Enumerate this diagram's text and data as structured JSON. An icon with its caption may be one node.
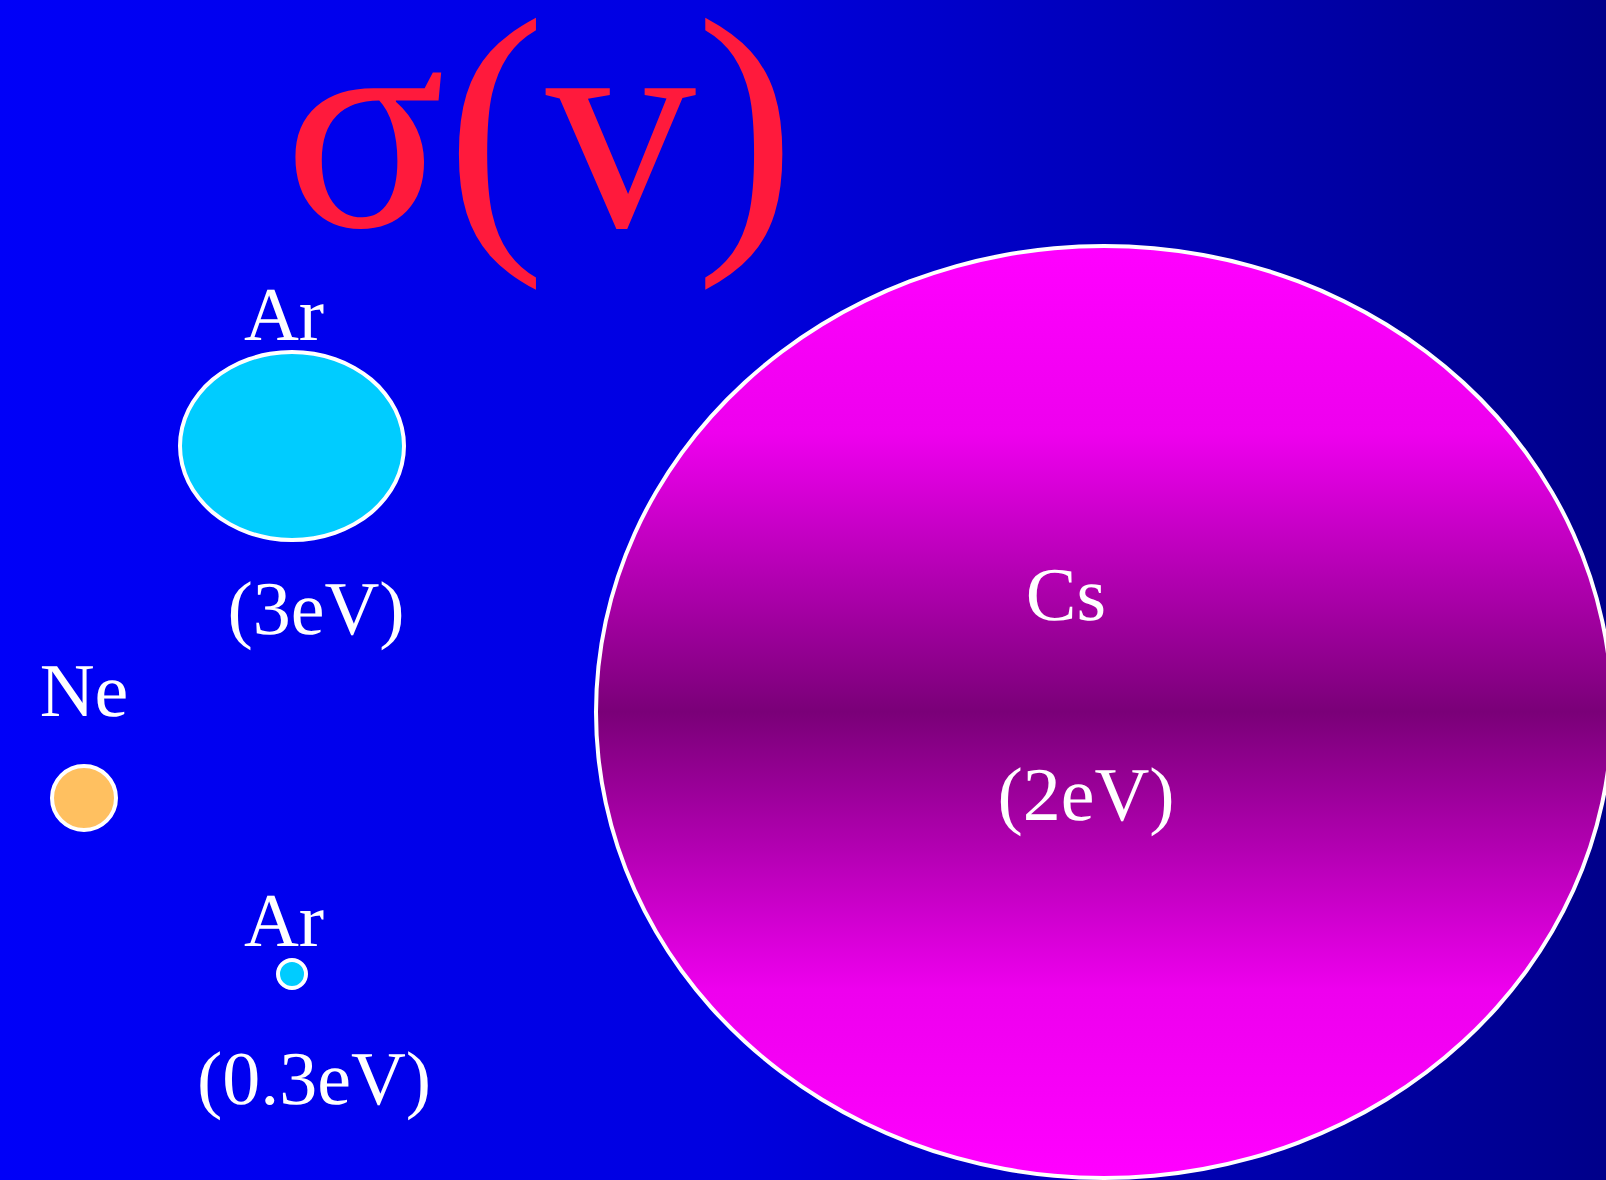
{
  "diagram": {
    "title": "σ(v)",
    "nodes": [
      {
        "text": [
          "Ar",
          "(3eV)"
        ]
      },
      {
        "text": [
          "Ne"
        ]
      },
      {
        "text": [
          "Ar",
          "(0.3eV)"
        ]
      },
      {
        "text": [
          "Cs",
          "(2eV)"
        ]
      }
    ]
  }
}
